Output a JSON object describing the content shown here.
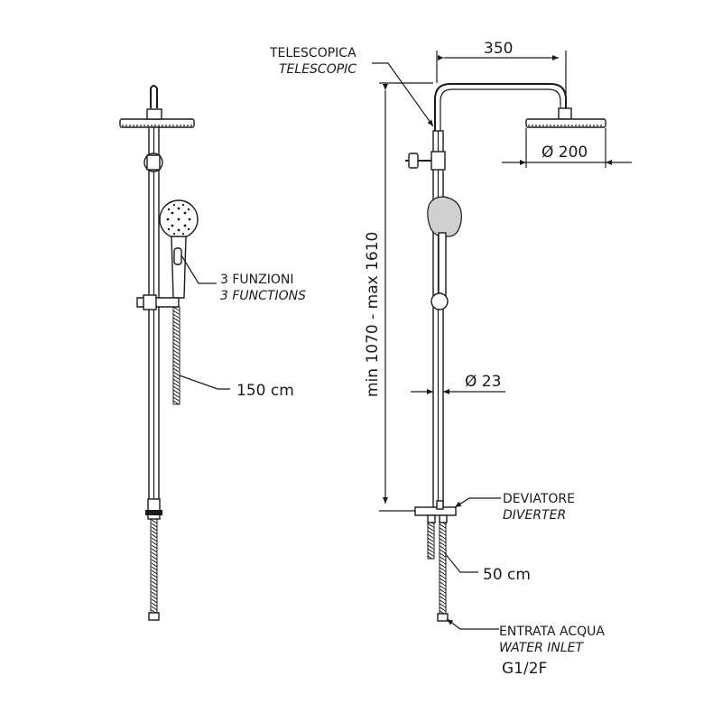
{
  "labels": {
    "telescopic_it": "TELESCOPICA",
    "telescopic_en": "TELESCOPIC",
    "width": "350",
    "head_diameter": "Ø 200",
    "height_range": "min 1070 - max 1610",
    "functions_it": "3 FUNZIONI",
    "functions_en": "3 FUNCTIONS",
    "hose_length": "150 cm",
    "bar_diameter": "Ø 23",
    "diverter_it": "DEVIATORE",
    "diverter_en": "DIVERTER",
    "inlet_hose_length": "50 cm",
    "water_inlet_it": "ENTRATA ACQUA",
    "water_inlet_en": "WATER INLET",
    "water_inlet_thread": "G1/2F"
  },
  "colors": {
    "line": "#1a1a1a",
    "fill": "#cfcfcf",
    "background": "#ffffff"
  }
}
